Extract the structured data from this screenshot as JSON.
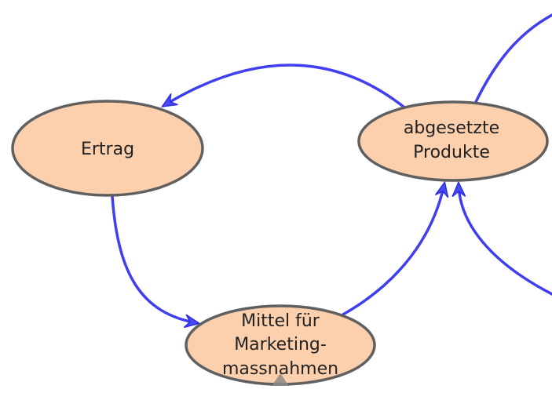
{
  "nodes": {
    "ertrag": {
      "label": "Ertrag"
    },
    "produkte": {
      "line1": "abgesetzte",
      "line2": "Produkte"
    },
    "mittel": {
      "line1": "Mittel für",
      "line2": "Marketing-",
      "line3": "massnahmen"
    }
  },
  "colors": {
    "edge": "#3f3ff0",
    "node_fill": "#fdd0ad",
    "node_stroke": "#606060"
  }
}
